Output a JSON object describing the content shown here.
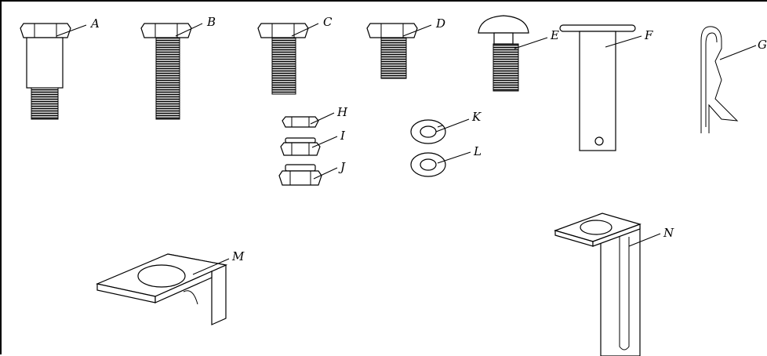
{
  "figure": {
    "labels": {
      "A": "A",
      "B": "B",
      "C": "C",
      "D": "D",
      "E": "E",
      "F": "F",
      "G": "G",
      "H": "H",
      "I": "I",
      "J": "J",
      "K": "K",
      "L": "L",
      "M": "M",
      "N": "N"
    },
    "parts": [
      {
        "id": "A",
        "kind": "shoulder-bolt-icon"
      },
      {
        "id": "B",
        "kind": "full-thread-hex-bolt-icon"
      },
      {
        "id": "C",
        "kind": "hex-bolt-icon"
      },
      {
        "id": "D",
        "kind": "short-hex-bolt-icon"
      },
      {
        "id": "E",
        "kind": "carriage-bolt-icon"
      },
      {
        "id": "F",
        "kind": "clevis-pin-icon"
      },
      {
        "id": "G",
        "kind": "hitch-pin-clip-icon"
      },
      {
        "id": "H",
        "kind": "jam-nut-icon"
      },
      {
        "id": "I",
        "kind": "lock-nut-icon"
      },
      {
        "id": "J",
        "kind": "nylon-insert-nut-icon"
      },
      {
        "id": "K",
        "kind": "lock-washer-icon"
      },
      {
        "id": "L",
        "kind": "flat-washer-icon"
      },
      {
        "id": "M",
        "kind": "angle-bracket-icon"
      },
      {
        "id": "N",
        "kind": "slotted-l-bracket-icon"
      }
    ]
  }
}
